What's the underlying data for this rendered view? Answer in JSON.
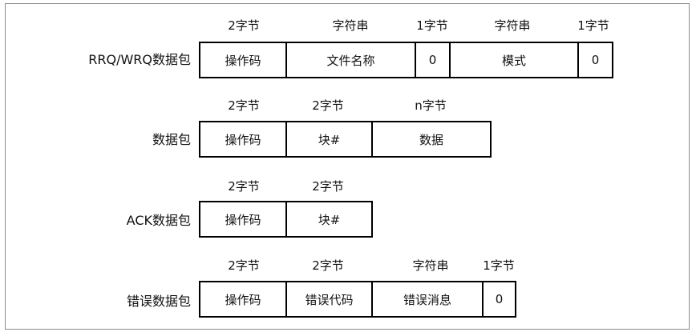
{
  "packets": [
    {
      "label": "RRQ/WRQ数据包",
      "fields": [
        {
          "size": "2字节",
          "name": "操作码"
        },
        {
          "size": "字符串",
          "name": "文件名称"
        },
        {
          "size": "1字节",
          "name": "0"
        },
        {
          "size": "字符串",
          "name": "模式"
        },
        {
          "size": "1字节",
          "name": "0"
        }
      ]
    },
    {
      "label": "数据包",
      "fields": [
        {
          "size": "2字节",
          "name": "操作码"
        },
        {
          "size": "2字节",
          "name": "块#"
        },
        {
          "size": "n字节",
          "name": "数据"
        }
      ]
    },
    {
      "label": "ACK数据包",
      "fields": [
        {
          "size": "2字节",
          "name": "操作码"
        },
        {
          "size": "2字节",
          "name": "块#"
        }
      ]
    },
    {
      "label": "错误数据包",
      "fields": [
        {
          "size": "2字节",
          "name": "操作码"
        },
        {
          "size": "2字节",
          "name": "错误代码"
        },
        {
          "size": "字符串",
          "name": "错误消息"
        },
        {
          "size": "1字节",
          "name": "0"
        }
      ]
    }
  ]
}
